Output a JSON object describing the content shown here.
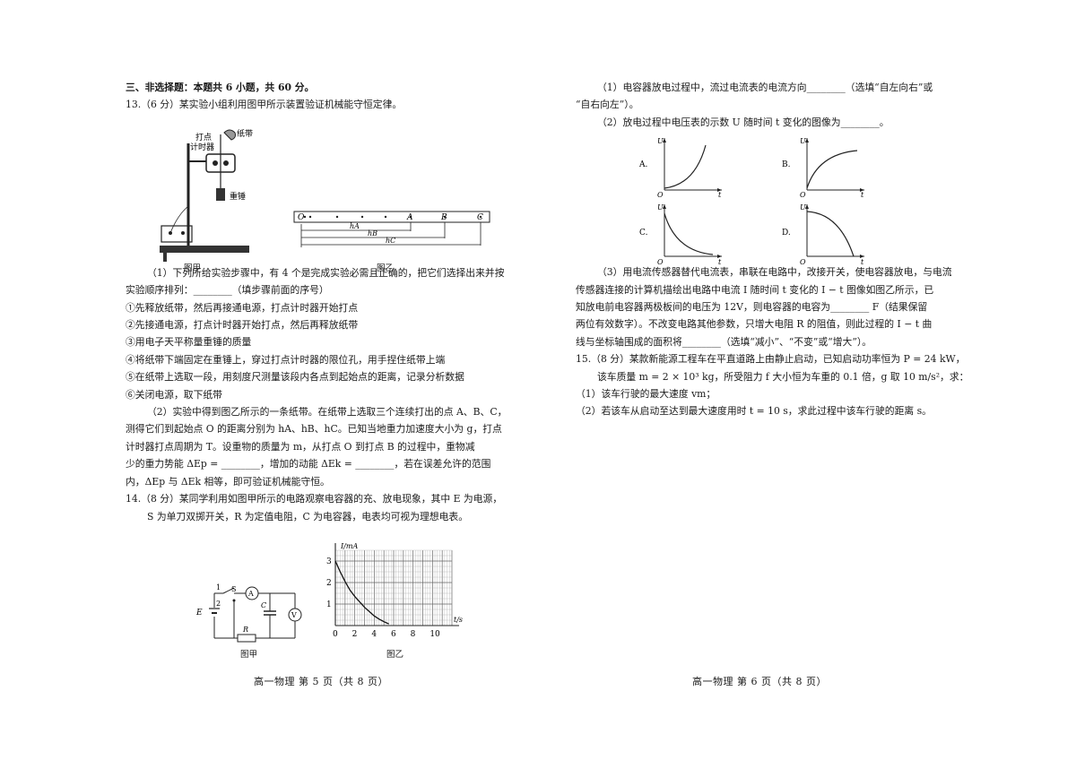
{
  "left": {
    "section_title": "三、非选择题：本题共 6 小题，共 60 分。",
    "q13": {
      "stem": "13.（6 分）某实验小组利用图甲所示装置验证机械能守恒定律。",
      "fig_a_labels": {
        "timer1": "打点",
        "timer2": "计时器",
        "tape": "纸带",
        "weight": "重锤"
      },
      "fig_a_caption": "图甲",
      "fig_b_points": [
        "O",
        "A",
        "B",
        "C"
      ],
      "fig_b_dims": [
        "hA",
        "hB",
        "hC"
      ],
      "fig_b_caption": "图乙",
      "lines": [
        "（1）下列所给实验步骤中，有 4 个是完成实验必需且正确的，把它们选择出来并按",
        "实验顺序排列：________（填步骤前面的序号）",
        "①先释放纸带，然后再接通电源，打点计时器开始打点",
        "②先接通电源，打点计时器开始打点，然后再释放纸带",
        "③用电子天平称量重锤的质量",
        "④将纸带下端固定在重锤上，穿过打点计时器的限位孔，用手捏住纸带上端",
        "⑤在纸带上选取一段，用刻度尺测量该段内各点到起始点的距离，记录分析数据",
        "⑥关闭电源，取下纸带",
        "（2）实验中得到图乙所示的一条纸带。在纸带上选取三个连续打出的点 A、B、C，",
        "测得它们到起始点 O 的距离分别为 hA、hB、hC。已知当地重力加速度大小为 g，打点",
        "计时器打点周期为 T。设重物的质量为 m，从打点 O 到打点 B 的过程中，重物减",
        "少的重力势能 ΔEp = ________，增加的动能 ΔEk = ________，若在误差允许的范围",
        "内，ΔEp 与 ΔEk 相等，即可验证机械能守恒。"
      ]
    },
    "q14": {
      "lines": [
        "14.（8 分）某同学利用如图甲所示的电路观察电容器的充、放电现象，其中 E 为电源，",
        "S 为单刀双掷开关，R 为定值电阻，C 为电容器，电表均可视为理想电表。"
      ],
      "circuit_labels": {
        "E": "E",
        "S": "S",
        "pos1": "1",
        "pos2": "2",
        "A": "A",
        "V": "V",
        "C": "C",
        "R": "R"
      },
      "circuit_caption": "图甲",
      "graph_caption": "图乙"
    },
    "footer": "高一物理 第 5 页（共 8 页）"
  },
  "right": {
    "q14_cont_a": [
      "（1）电容器放电过程中，流过电流表的电流方向________（选填“自左向右”或",
      "“自右向左”）。",
      "（2）放电过程中电压表的示数 U 随时间 t 变化的图像为________。"
    ],
    "options": [
      {
        "letter": "A.",
        "axis_y": "U",
        "axis_x": "t",
        "origin": "O"
      },
      {
        "letter": "B.",
        "axis_y": "U",
        "axis_x": "t",
        "origin": "O"
      },
      {
        "letter": "C.",
        "axis_y": "U",
        "axis_x": "t",
        "origin": "O"
      },
      {
        "letter": "D.",
        "axis_y": "U",
        "axis_x": "t",
        "origin": "O"
      }
    ],
    "q14_cont_b": [
      "（3）用电流传感器替代电流表，串联在电路中，改接开关，使电容器放电，与电流",
      "传感器连接的计算机描绘出电路中电流 I 随时间 t 变化的 I − t 图像如图乙所示，已",
      "知放电前电容器两极板间的电压为 12V，则电容器的电容为________ F（结果保留",
      "两位有效数字）。不改变电路其他参数，只增大电阻 R 的阻值，则此过程的 I − t 曲",
      "线与坐标轴围成的面积将________（选填“减小”、“不变”或“增大”）。"
    ],
    "q15": [
      "15.（8 分）某款新能源工程车在平直道路上由静止启动，已知启动功率恒为 P = 24 kW，",
      "该车质量 m = 2 × 10³ kg，所受阻力 f 大小恒为车重的 0.1 倍，g 取 10 m/s²，求：",
      "（1）该车行驶的最大速度 vm；",
      "（2）若该车从启动至达到最大速度用时 t = 10 s，求此过程中该车行驶的距离 s。"
    ],
    "footer": "高一物理 第 6 页（共 8 页）"
  },
  "chart_data": {
    "type": "line",
    "xlabel": "t/s",
    "ylabel": "I/mA",
    "xlim": [
      0,
      12
    ],
    "ylim": [
      0,
      3.5
    ],
    "x_ticks": [
      "0",
      "2",
      "4",
      "6",
      "8",
      "10"
    ],
    "y_ticks": [
      "1",
      "2",
      "3"
    ],
    "grid": true,
    "series": [
      {
        "x": [
          0,
          0.5,
          1,
          1.5,
          2,
          2.5,
          3,
          3.5,
          4,
          4.5,
          5,
          5.5
        ],
        "values": [
          3.0,
          2.5,
          2.05,
          1.65,
          1.35,
          1.1,
          0.85,
          0.65,
          0.45,
          0.3,
          0.18,
          0.08
        ]
      }
    ]
  }
}
